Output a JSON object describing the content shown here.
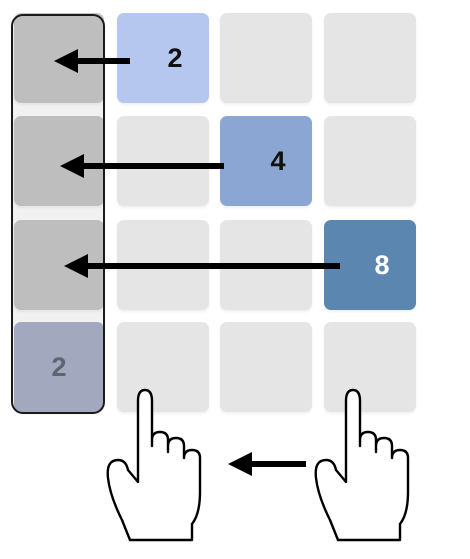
{
  "board": {
    "rows": [
      [
        "",
        "2",
        "",
        ""
      ],
      [
        "",
        "",
        "4",
        ""
      ],
      [
        "",
        "",
        "",
        "8"
      ],
      [
        "2",
        "",
        "",
        ""
      ]
    ]
  },
  "colors": {
    "tile_empty": "#e5e5e5",
    "tile_column_highlight": "#c4c4c4",
    "tile_2": "#b5c6ef",
    "tile_4": "#8ba6d3",
    "tile_8": "#5a86b0",
    "tile_2_merged": "#a3abc3"
  },
  "gesture": {
    "direction": "left",
    "icons": [
      "hand-pointer-icon",
      "left-arrow-icon",
      "hand-pointer-icon"
    ]
  }
}
